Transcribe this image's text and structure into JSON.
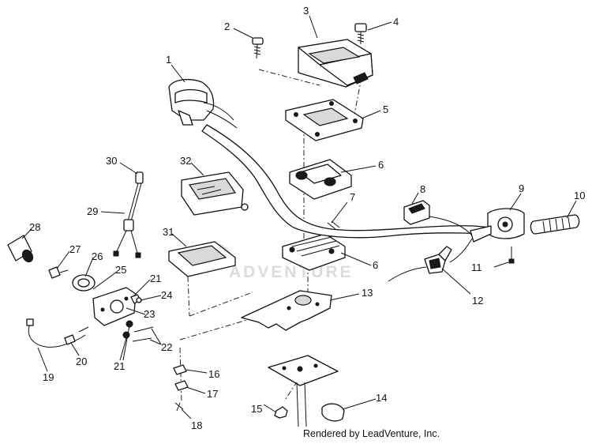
{
  "watermark": "ADVENTURE",
  "credit": "Rendered by LeadVenture, Inc.",
  "callouts": {
    "c1": "1",
    "c2": "2",
    "c3": "3",
    "c4": "4",
    "c5": "5",
    "c6a": "6",
    "c6b": "6",
    "c7": "7",
    "c8": "8",
    "c9": "9",
    "c10": "10",
    "c11": "11",
    "c12": "12",
    "c13": "13",
    "c14": "14",
    "c15": "15",
    "c16": "16",
    "c17": "17",
    "c18": "18",
    "c19": "19",
    "c20": "20",
    "c21a": "21",
    "c21b": "21",
    "c22": "22",
    "c23": "23",
    "c24": "24",
    "c25": "25",
    "c26": "26",
    "c27": "27",
    "c28": "28",
    "c29": "29",
    "c30": "30",
    "c31": "31",
    "c32": "32"
  }
}
